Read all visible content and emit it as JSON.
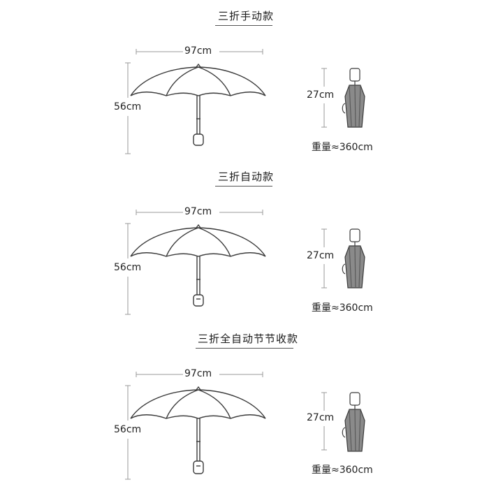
{
  "sections": [
    {
      "title": "三折手动款",
      "width_label": "97cm",
      "height_label": "56cm",
      "folded_label": "27cm",
      "weight_label": "重量≈360cm"
    },
    {
      "title": "三折自动款",
      "width_label": "97cm",
      "height_label": "56cm",
      "folded_label": "27cm",
      "weight_label": "重量≈360cm"
    },
    {
      "title": "三折全自动节节收款",
      "width_label": "97cm",
      "height_label": "56cm",
      "folded_label": "27cm",
      "weight_label": "重量≈360cm"
    }
  ],
  "colors": {
    "line": "#3a3a3a",
    "dimension": "#9a9a9a",
    "folded_fill": "#8a8a8a"
  }
}
